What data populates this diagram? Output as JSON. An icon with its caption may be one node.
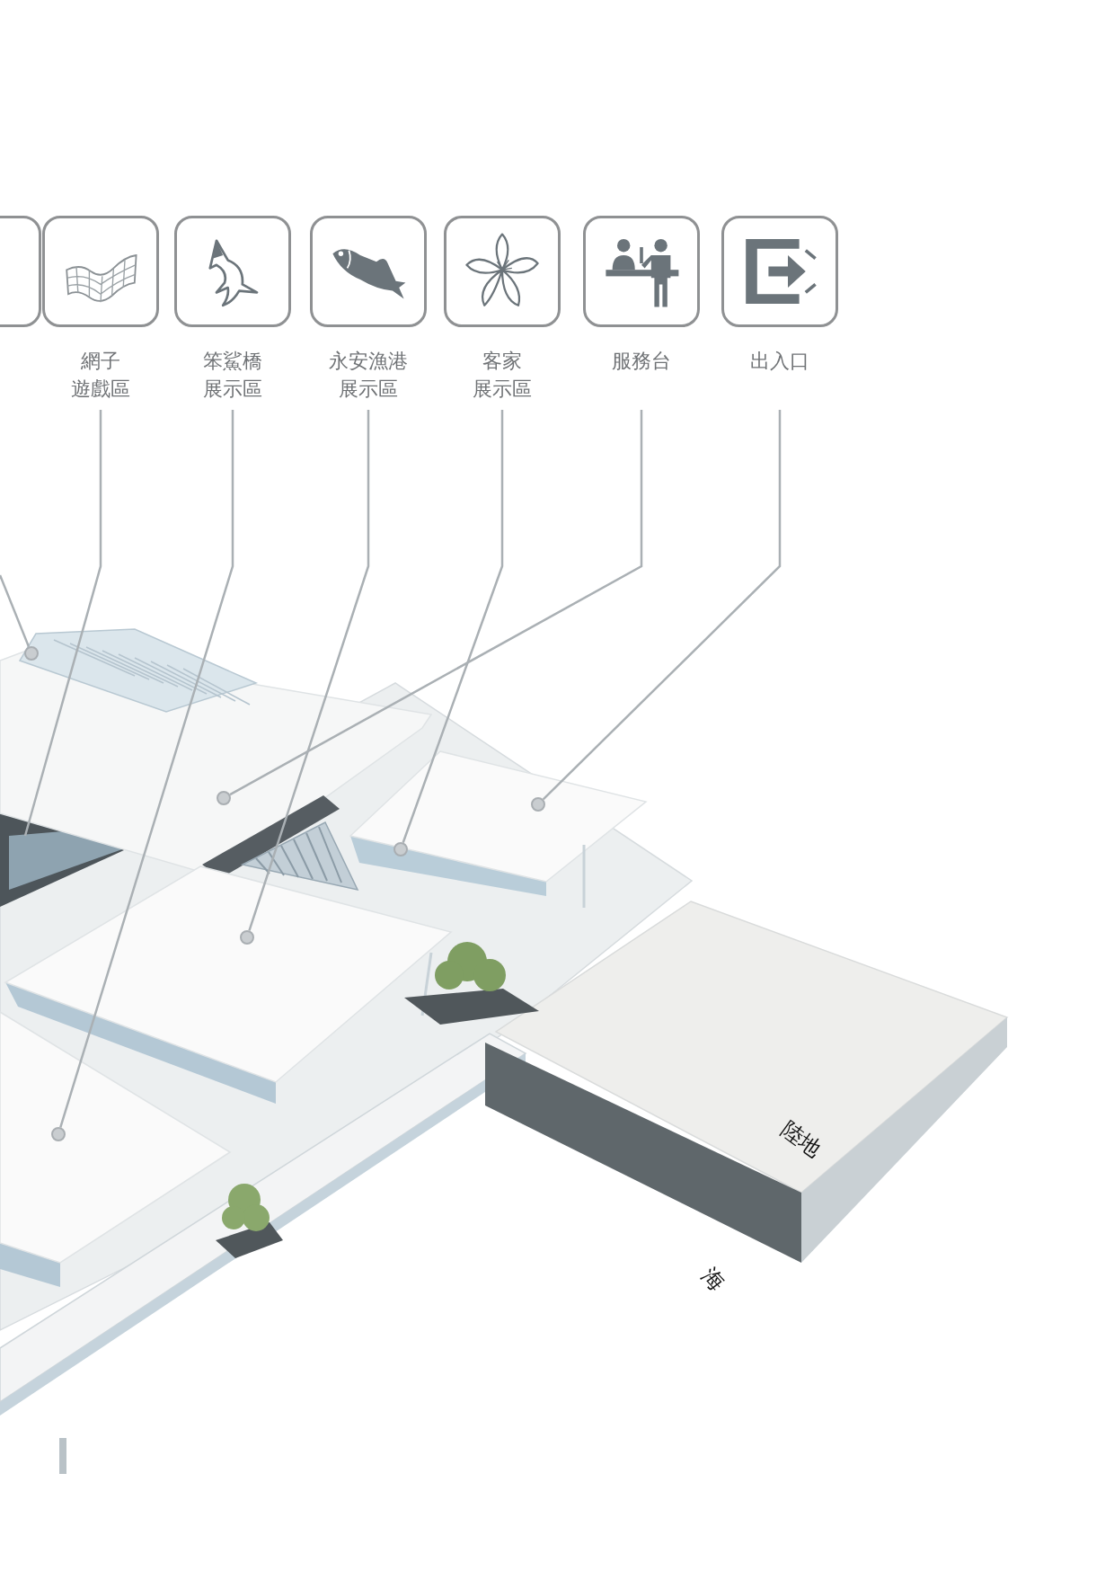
{
  "diagram": {
    "nodes": [
      {
        "text": [],
        "shape": "box"
      },
      {
        "text": [
          "網子遊戲區"
        ]
      },
      {
        "text": [
          "笨鯊橋展示區"
        ]
      },
      {
        "text": [
          "永安漁港展示區"
        ]
      },
      {
        "text": [
          "客家展示區"
        ]
      },
      {
        "text": [
          "服務台"
        ]
      },
      {
        "text": [
          "出入口"
        ]
      },
      {
        "text": [],
        "shape": "circle"
      },
      {
        "text": [],
        "shape": "circle"
      },
      {
        "text": [],
        "shape": "circle"
      },
      {
        "text": [],
        "shape": "circle"
      },
      {
        "text": [],
        "shape": "circle"
      },
      {
        "text": [],
        "shape": "circle"
      }
    ],
    "edges": [
      {
        "from": null,
        "to": 7,
        "arrow": "none"
      },
      {
        "from": 1,
        "to": null,
        "arrow": "none"
      },
      {
        "from": 2,
        "to": 8,
        "arrow": "none"
      },
      {
        "from": 3,
        "to": 9,
        "arrow": "none"
      },
      {
        "from": 4,
        "to": 10,
        "arrow": "none"
      },
      {
        "from": 5,
        "to": 11,
        "arrow": "none"
      },
      {
        "from": 6,
        "to": 12,
        "arrow": "none"
      }
    ],
    "labels": [
      "陸地",
      "海"
    ]
  }
}
